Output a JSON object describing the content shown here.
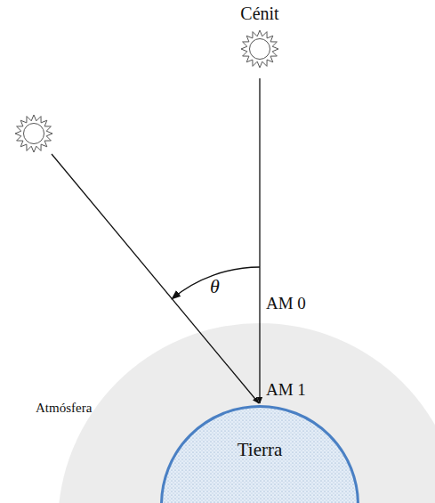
{
  "diagram": {
    "nodes": [
      {
        "text": [
          "Atmósfera"
        ]
      },
      {
        "text": [
          "Tierra"
        ],
        "in": 0
      }
    ],
    "labels": [
      "Cénit",
      "θ",
      "AM 0",
      "AM 1"
    ]
  }
}
